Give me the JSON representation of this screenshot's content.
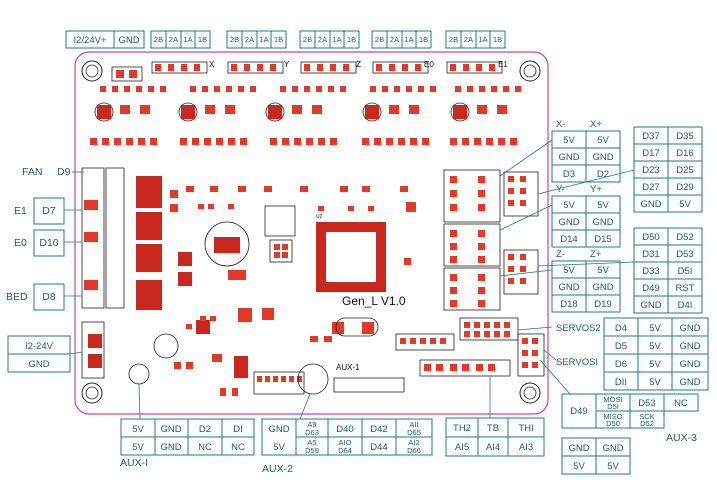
{
  "top_power": [
    "I2/24V+",
    "GND"
  ],
  "top_motor_pins": [
    "2B",
    "2A",
    "1A",
    "1B"
  ],
  "axis_letters": [
    "X",
    "Y",
    "Z",
    "E0",
    "E1"
  ],
  "left_labels": {
    "fan": "FAN",
    "d9": "D9",
    "e1": "E1",
    "d7": "D7",
    "e0": "E0",
    "d10": "D10",
    "bed": "BED",
    "d8": "D8",
    "v1224": "I2-24V",
    "gnd": "GND"
  },
  "endstops": [
    {
      "minus": "X-",
      "plus": "X+",
      "rows": [
        [
          "5V",
          "5V"
        ],
        [
          "GND",
          "GND"
        ],
        [
          "D3",
          "D2"
        ]
      ]
    },
    {
      "minus": "Y-",
      "plus": "Y+",
      "rows": [
        [
          "5V",
          "5V"
        ],
        [
          "GND",
          "GND"
        ],
        [
          "D14",
          "D15"
        ]
      ]
    },
    {
      "minus": "Z-",
      "plus": "Z+",
      "rows": [
        [
          "5V",
          "5V"
        ],
        [
          "GND",
          "GND"
        ],
        [
          "D18",
          "D19"
        ]
      ]
    }
  ],
  "right_block_1": [
    [
      "D37",
      "D35"
    ],
    [
      "D17",
      "D16"
    ],
    [
      "D23",
      "D25"
    ],
    [
      "D27",
      "D29"
    ],
    [
      "GND",
      "5V"
    ]
  ],
  "right_block_2": [
    [
      "D50",
      "D52"
    ],
    [
      "D31",
      "D53"
    ],
    [
      "D33",
      "D5I"
    ],
    [
      "D49",
      "RST"
    ],
    [
      "GND",
      "D4I"
    ]
  ],
  "servos": {
    "label2": "SERVOS2",
    "label1": "SERVOSI",
    "rows": [
      [
        "D4",
        "5V",
        "GND"
      ],
      [
        "D5",
        "5V",
        "GND"
      ],
      [
        "D6",
        "5V",
        "GND"
      ],
      [
        "DII",
        "5V",
        "GND"
      ]
    ]
  },
  "aux3": {
    "label": "AUX-3",
    "cells": [
      "D49",
      "MOSI",
      "D5I",
      "D53",
      "NC",
      "MISO",
      "D50",
      "SCK",
      "D52"
    ]
  },
  "aux1": {
    "label": "AUX-I",
    "top": [
      "5V",
      "GND",
      "D2",
      "DI"
    ],
    "bottom": [
      "5V",
      "GND",
      "NC",
      "NC"
    ]
  },
  "aux2": {
    "label": "AUX-2",
    "top": [
      "GND",
      "A9",
      "D63",
      "D40",
      "D42",
      "AII",
      "D65"
    ],
    "bottom": [
      "5V",
      "A5",
      "D59",
      "AIO",
      "D64",
      "D44",
      "AI2",
      "D66"
    ]
  },
  "thermistors": [
    [
      "TH2",
      "AI5"
    ],
    [
      "TB",
      "AI4"
    ],
    [
      "THI",
      "AI3"
    ]
  ],
  "gnd5v": [
    [
      "GND",
      "GND"
    ],
    [
      "5V",
      "5V"
    ]
  ],
  "board_text": {
    "title": "Gen_L V1.0",
    "aux1": "AUX-1",
    "u2": "U2"
  }
}
